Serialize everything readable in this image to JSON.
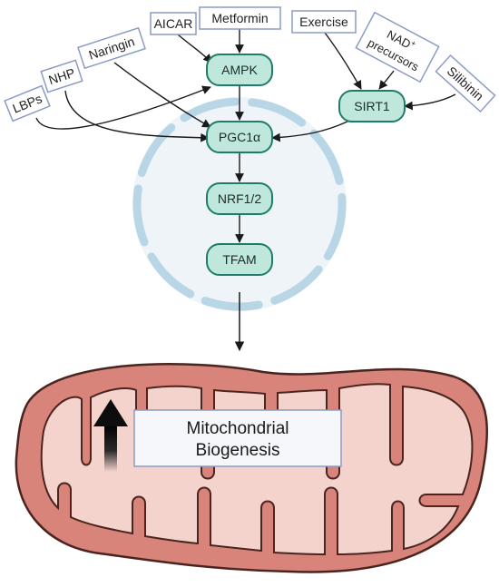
{
  "inputs": {
    "metformin": "Metformin",
    "aicar": "AICAR",
    "naringin": "Naringin",
    "nhp": "NHP",
    "lbps": "LBPs",
    "exercise": "Exercise",
    "nad_base": "NAD",
    "nad_sup": "+",
    "nad_line2": "precursors",
    "silibinin": "Silibinin"
  },
  "nodes": {
    "ampk": "AMPK",
    "pgc1a": "PGC1α",
    "nrf12": "NRF1/2",
    "tfam": "TFAM",
    "sirt1": "SIRT1"
  },
  "outcome": {
    "line1": "Mitochondrial",
    "line2": "Biogenesis"
  },
  "colors": {
    "node_fill": "#bfe7dc",
    "node_stroke": "#1f7c68",
    "input_stroke": "#8a9cc4",
    "nucleus_ring": "#b9d6e6",
    "nucleus_fill": "#eef4f8",
    "mito_outer": "#d9847a",
    "mito_inner": "#f4d3cd",
    "mito_stroke": "#4a2520"
  },
  "icons": {
    "up_arrow": "up-arrow-icon"
  }
}
